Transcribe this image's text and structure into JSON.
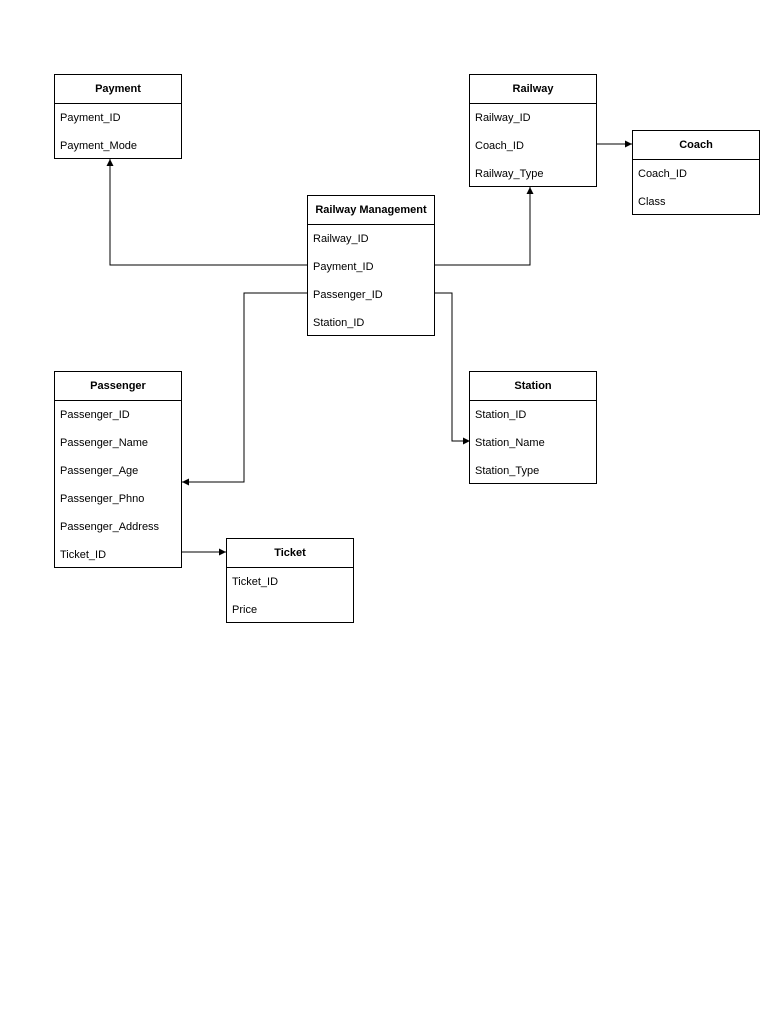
{
  "entities": {
    "payment": {
      "name": "Payment",
      "fields": [
        "Payment_ID",
        "Payment_Mode"
      ]
    },
    "railway": {
      "name": "Railway",
      "fields": [
        "Railway_ID",
        "Coach_ID",
        "Railway_Type"
      ]
    },
    "coach": {
      "name": "Coach",
      "fields": [
        "Coach_ID",
        "Class"
      ]
    },
    "railway_management": {
      "name": "Railway Management",
      "fields": [
        "Railway_ID",
        "Payment_ID",
        "Passenger_ID",
        "Station_ID"
      ]
    },
    "passenger": {
      "name": "Passenger",
      "fields": [
        "Passenger_ID",
        "Passenger_Name",
        "Passenger_Age",
        "Passenger_Phno",
        "Passenger_Address",
        "Ticket_ID"
      ]
    },
    "station": {
      "name": "Station",
      "fields": [
        "Station_ID",
        "Station_Name",
        "Station_Type"
      ]
    },
    "ticket": {
      "name": "Ticket",
      "fields": [
        "Ticket_ID",
        "Price"
      ]
    }
  }
}
